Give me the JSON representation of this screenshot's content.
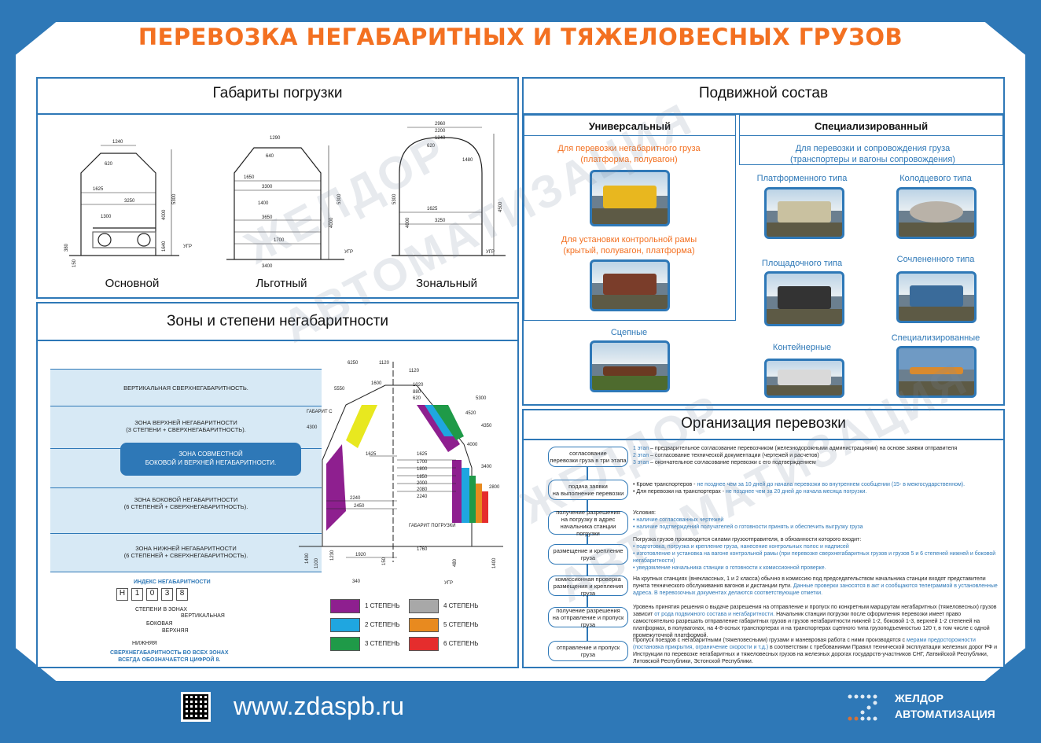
{
  "title": "ПЕРЕВОЗКА НЕГАБАРИТНЫХ И ТЯЖЕЛОВЕСНЫХ ГРУЗОВ",
  "gabarity": {
    "heading": "Габариты погрузки",
    "types": [
      "Основной",
      "Льготный",
      "Зональный"
    ],
    "dims_main": [
      "1240",
      "620",
      "1625",
      "3250",
      "1300",
      "4000",
      "5300",
      "380",
      "150",
      "1640",
      "УГР"
    ],
    "dims_lgot": [
      "1290",
      "640",
      "1650",
      "3300",
      "1400",
      "3650",
      "3400",
      "1700",
      "5300",
      "4000",
      "УГР"
    ],
    "dims_zon": [
      "2960",
      "2200",
      "1240",
      "620",
      "1480",
      "1625",
      "3250",
      "5300",
      "4500",
      "4000",
      "УГР"
    ]
  },
  "zony": {
    "heading": "Зоны и степени негабаритности",
    "rows": [
      "ВЕРТИКАЛЬНАЯ СВЕРХНЕГАБАРИТНОСТЬ.",
      "ЗОНА ВЕРХНЕЙ НЕГАБАРИТНОСТИ\n(3 СТЕПЕНИ + СВЕРХНЕГАБАРИТНОСТЬ).",
      "ЗОНА СОВМЕСТНОЙ\nБОКОВОЙ И ВЕРХНЕЙ НЕГАБАРИТНОСТИ.",
      "ЗОНА БОКОВОЙ НЕГАБАРИТНОСТИ\n(6 СТЕПЕНЕЙ + СВЕРХНЕГАБАРИТНОСТЬ).",
      "ЗОНА НИЖНЕЙ НЕГАБАРИТНОСТИ\n(6 СТЕПЕНЕЙ + СВЕРХНЕГАБАРИТНОСТЬ)."
    ],
    "dims_top": [
      "6250",
      "1120",
      "1120",
      "1600",
      "5550",
      "1020",
      "880",
      "620",
      "5300",
      "4520",
      "4300",
      "4350",
      "1625",
      "1625",
      "1700",
      "1800",
      "1850",
      "2000",
      "2080",
      "2240",
      "2240",
      "2450",
      "3400",
      "4000",
      "2800",
      "1920",
      "1760",
      "1400",
      "1100",
      "1230",
      "1400",
      "340",
      "480",
      "150",
      "УГР",
      "ГАБАРИТ С",
      "ГАБАРИТ ПОГРУЗКИ"
    ],
    "index_title": "ИНДЕКС НЕГАБАРИТНОСТИ",
    "index_chars": [
      "Н",
      "1",
      "0",
      "3",
      "8"
    ],
    "index_labels": [
      "СТЕПЕНИ В ЗОНАХ",
      "ВЕРТИКАЛЬНАЯ",
      "БОКОВАЯ",
      "ВЕРХНЯЯ",
      "НИЖНЯЯ"
    ],
    "index_note": "СВЕРХНЕГАБАРИТНОСТЬ ВО ВСЕХ ЗОНАХ\nВСЕГДА ОБОЗНАЧАЕТСЯ ЦИФРОЙ 8.",
    "legend": [
      {
        "label": "1 СТЕПЕНЬ",
        "color": "#8e1f8f"
      },
      {
        "label": "2 СТЕПЕНЬ",
        "color": "#1fa6e0"
      },
      {
        "label": "3 СТЕПЕНЬ",
        "color": "#1f9a48"
      },
      {
        "label": "4 СТЕПЕНЬ",
        "color": "#a8a8a8"
      },
      {
        "label": "5 СТЕПЕНЬ",
        "color": "#e88a1f"
      },
      {
        "label": "6 СТЕПЕНЬ",
        "color": "#e52d2d"
      }
    ]
  },
  "sostav": {
    "heading": "Подвижной состав",
    "universal": "Универсальный",
    "special": "Специализированный",
    "u1": "Для перевозки негабаритного груза\n(платформа, полувагон)",
    "u2": "Для установки контрольной рамы\n(крытый, полувагон, платформа)",
    "u3": "Сцепные",
    "s_desc": "Для перевозки и сопровождения груза\n(транспортеры и вагоны сопровождения)",
    "s_types": [
      "Платформенного типа",
      "Колодцевого типа",
      "Площадочного типа",
      "Сочлененного типа",
      "Контейнерные",
      "Специализированные"
    ]
  },
  "org": {
    "heading": "Организация перевозки",
    "steps": [
      "согласование\nперевозки груза в три этапа",
      "подача заявки\nна выполнение перевозки",
      "получение разрешения\nна погрузку в адрес\nначальника станции погрузки",
      "размещение и крепление груза",
      "комиссионная проверка\nразмещения и крепления груза",
      "получение разрешения\nна отправление и пропуск груза",
      "отправление и пропуск груза"
    ],
    "t1a": "1 этап",
    "t1a_text": " – предварительное согласование перевозчиком (железнодорожными администрациями) на основе заявки отправителя",
    "t1b": "2 этап",
    "t1b_text": " – согласование технической документации (чертежей и расчетов)",
    "t1c": "3 этап",
    "t1c_text": " – окончательное согласование перевозки с его подтверждением",
    "t2a": "Кроме транспортеров - ",
    "t2a_b": "не позднее чем за 10 дней до начала перевозки во внутреннем сообщении (15- в межгосударственном).",
    "t2b": "Для перевозки на транспортерах - ",
    "t2b_b": "не позднее чем за 20 дней до начала месяца погрузки.",
    "t3_title": "Условия:",
    "t3_items": [
      "наличие согласованных чертежей",
      "наличие подтверждений получателей о готовности принять и обеспечить выгрузку груза"
    ],
    "t4_title": "Погрузка грузов производится силами грузоотправителя, в обязанности которого входит:",
    "t4_items": [
      "подготовка, погрузка и крепление груза, нанесение контрольных полос и надписей",
      "изготовление и установка на вагоне контрольной рамы (при перевозке сверхнегабаритных грузов и грузов 5 и 6 степеней нижней и боковой негабаритности)",
      "уведомление начальника станции о готовности к комиссионной проверке."
    ],
    "t5": "На крупных станциях (внеклассных, 1 и 2 класса) обычно в комиссию под председательством начальника станции входят представители пункта технического обслуживания вагонов и дистанции пути. ",
    "t5_b": "Данные проверки заносятся в акт и сообщаются телеграммой в установленные адреса. В перевозочных документах делаются соответствующие отметки.",
    "t6": "Уровень принятия решения о выдаче разрешения на отправление и пропуск по конкретным маршрутам негабаритных (тяжеловесных) грузов зависит ",
    "t6_b": "от рода подвижного состава и негабаритности.",
    "t6_c": " Начальник станции погрузки после оформления перевозки имеет право самостоятельно разрешать отправление габаритных грузов и грузов негабаритности нижней 1-2, боковой 1-3, верхней 1-2 степеней на платформах, в полувагонах, на 4-8-осных транспортерах и на транспортерах сцепного типа грузоподъемностью 120 т, в том числе с одной промежуточной платформой.",
    "t7": "Пропуск поездов с негабаритными (тяжеловесными) грузами и маневровая работа с ними производятся с ",
    "t7_b": "мерами предосторожности (постановка прикрытия, ограничение скорости и т.д.)",
    "t7_c": " в соответствии с требованиями Правил технической эксплуатации железных дорог РФ и Инструкции по перевозке негабаритных и тяжеловесных грузов на железных дорогах государств-участников СНГ, Латвийской Республики, Литовской Республики, Эстонской Республики."
  },
  "footer": {
    "url": "www.zdaspb.ru",
    "brand1": "ЖЕЛДОР",
    "brand2": "АВТОМАТИЗАЦИЯ"
  },
  "watermark": {
    "w1": "ЖЕЛДОР",
    "w2": "АВТОМАТИЗАЦИЯ"
  }
}
